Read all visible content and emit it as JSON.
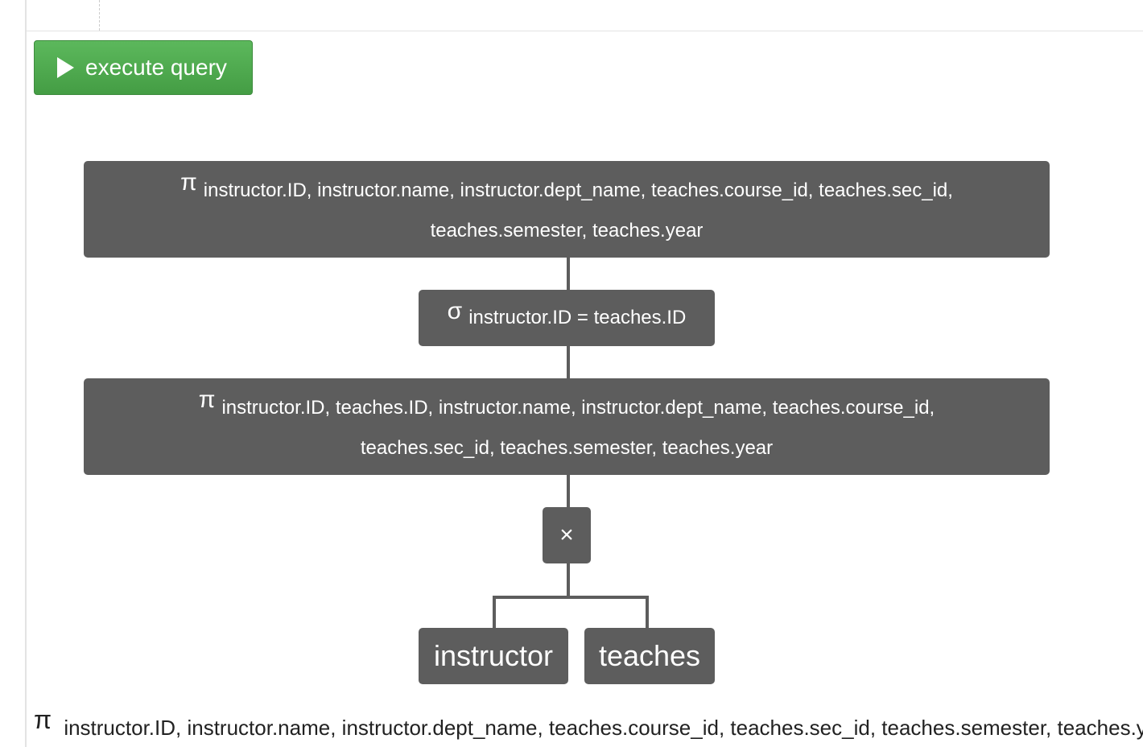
{
  "toolbar": {
    "execute_label": "execute query",
    "execute_icon": "play-icon",
    "button_color": "#4cae4c"
  },
  "tree": {
    "node_color": "#5d5d5d",
    "root_projection": {
      "symbol": "π",
      "line1": "instructor.ID, instructor.name, instructor.dept_name, teaches.course_id, teaches.sec_id,",
      "line2": "teaches.semester, teaches.year"
    },
    "selection": {
      "symbol": "σ",
      "text": "instructor.ID = teaches.ID"
    },
    "inner_projection": {
      "symbol": "π",
      "line1": "instructor.ID, teaches.ID, instructor.name, instructor.dept_name, teaches.course_id,",
      "line2": "teaches.sec_id, teaches.semester, teaches.year"
    },
    "cross_product": {
      "symbol": "×"
    },
    "leaves": [
      "instructor",
      "teaches"
    ]
  },
  "result_expression": {
    "symbol": "π",
    "text": "instructor.ID, instructor.name, instructor.dept_name, teaches.course_id, teaches.sec_id, teaches.semester, teaches.year"
  }
}
